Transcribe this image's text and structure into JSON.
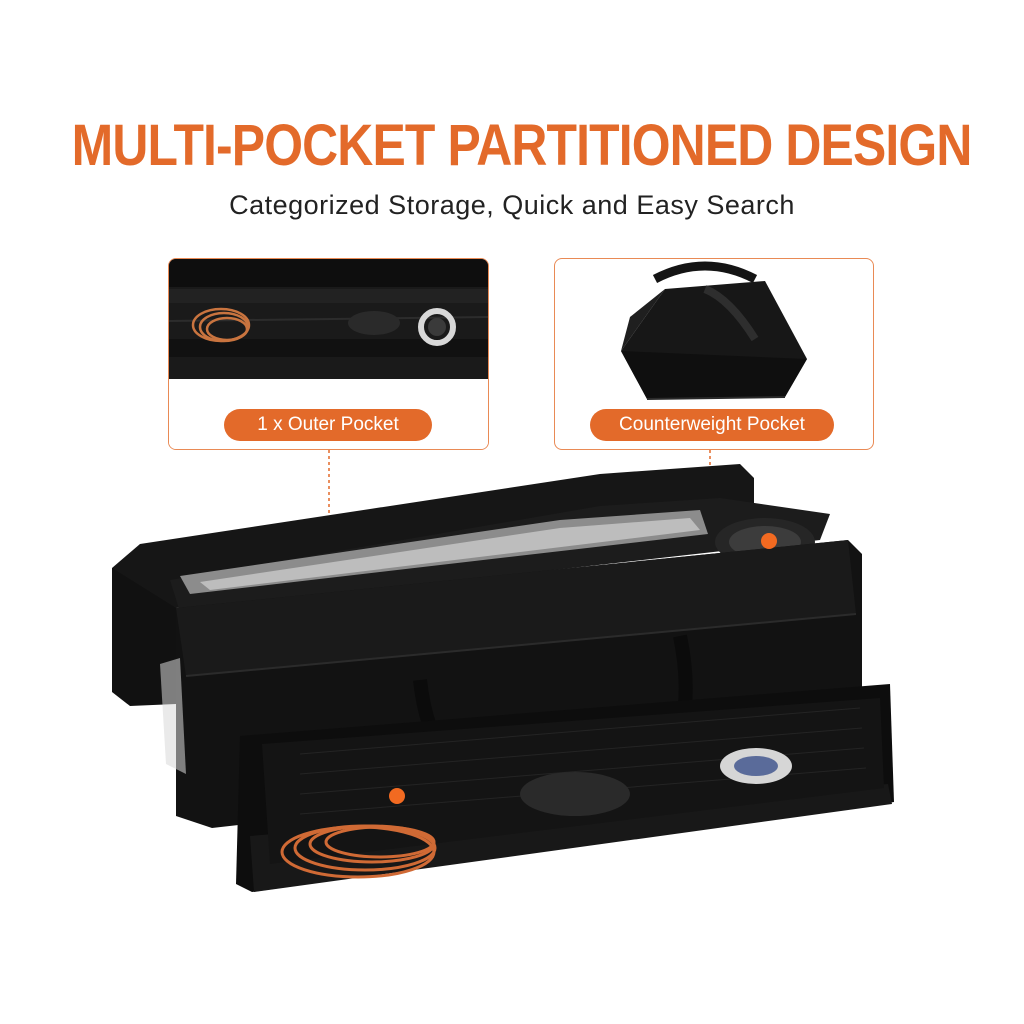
{
  "header": {
    "title": "MULTI-POCKET PARTITIONED DESIGN",
    "subtitle": "Categorized Storage, Quick and Easy Search"
  },
  "callouts": [
    {
      "label": "1 x Outer Pocket",
      "icon": "outer-pocket-photo"
    },
    {
      "label": "Counterweight Pocket",
      "icon": "counterweight-bag-photo"
    }
  ],
  "colors": {
    "accent": "#e36a2a",
    "bag": "#141414",
    "background": "#ffffff"
  }
}
